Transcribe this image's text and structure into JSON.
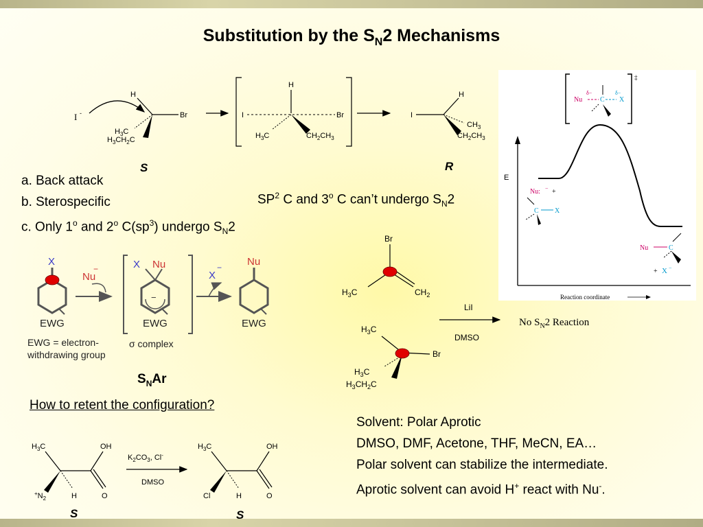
{
  "title": {
    "main": "Substitution by the S",
    "sub": "N",
    "tail": "2 Mechanisms"
  },
  "top_scheme": {
    "nucleophile": "I",
    "nucleophile_charge": "-",
    "reactant": {
      "h": "H",
      "br": "Br",
      "me": "H",
      "me_sub": "3",
      "me_tail": "C",
      "et": "H",
      "et_sub1": "3",
      "et_mid": "CH",
      "et_sub2": "2",
      "et_tail": "C",
      "config": "S"
    },
    "ts": {
      "h": "H",
      "i": "I",
      "br": "Br",
      "me": "H",
      "me_sub": "3",
      "me_tail": "C",
      "et": "CH",
      "et_sub1": "2",
      "et_mid": "CH",
      "et_sub2": "3"
    },
    "product": {
      "i": "I",
      "h": "H",
      "me": "CH",
      "me_sub": "3",
      "et": "CH",
      "et_sub1": "2",
      "et_mid": "CH",
      "et_sub2": "3",
      "config": "R"
    }
  },
  "notes": {
    "a": "a. Back attack",
    "b": "b. Sterospecific",
    "c_pre": "c. Only 1",
    "c_sup1": "o",
    "c_mid1": " and 2",
    "c_sup2": "o",
    "c_mid2": " C(sp",
    "c_sup3": "3",
    "c_mid3": ") undergo S",
    "c_sub": "N",
    "c_tail": "2",
    "sp2_pre": "SP",
    "sp2_sup": "2",
    "sp2_mid": " C and 3",
    "sp2_sup2": "o",
    "sp2_mid2": " C can’t undergo S",
    "sp2_sub": "N",
    "sp2_tail": "2"
  },
  "energy_diagram": {
    "ts_label": "Nu",
    "ts_d1": "δ−",
    "ts_c": "C",
    "ts_d2": "δ−",
    "ts_x": "X",
    "ts_mark": "‡",
    "axis_y": "E",
    "reactant_nu": "Nu:",
    "reactant_nu_charge": "−",
    "reactant_plus": "+",
    "reactant_c": "C",
    "reactant_x": "X",
    "product_nu": "Nu",
    "product_c": "C",
    "product_plus": "+",
    "product_x": "X",
    "product_x_charge": "−",
    "axis_x": "Reaction coordinate",
    "colors": {
      "nu": "#cc0066",
      "c": "#0099cc",
      "x": "#0099cc"
    }
  },
  "snar": {
    "x": "X",
    "nu": "Nu",
    "nu_charge": "−",
    "ewg": "EWG",
    "x_leaving": "X",
    "x_charge": "−",
    "sigma_label": "σ complex",
    "ewg_def1": "EWG = electron-",
    "ewg_def2": "withdrawing group",
    "name_s": "S",
    "name_sub": "N",
    "name_ar": "Ar",
    "red_dot_color": "#e00000"
  },
  "no_sn2": {
    "vinyl": {
      "br": "Br",
      "me": "H",
      "me_sub": "3",
      "me_tail": "C",
      "ch2": "CH",
      "ch2_sub": "2"
    },
    "tert": {
      "me1": "H",
      "me1_sub": "3",
      "me1_tail": "C",
      "br": "Br",
      "me2": "H",
      "me2_sub": "3",
      "me2_tail": "C",
      "et": "H",
      "et_sub1": "3",
      "et_mid": "CH",
      "et_sub2": "2",
      "et_tail": "C"
    },
    "reagent": "LiI",
    "solvent": "DMSO",
    "result_pre": "No S",
    "result_sub": "N",
    "result_tail": "2 Reaction"
  },
  "retention": {
    "question": "How to retent the configuration?",
    "left": {
      "me": "H",
      "me_sub": "3",
      "me_tail": "C",
      "oh": "OH",
      "n2_charge": "+",
      "n2": "N",
      "n2_sub": "2",
      "h": "H",
      "o": "O",
      "config": "S"
    },
    "reagent_pre": "K",
    "reagent_sub1": "2",
    "reagent_mid": "CO",
    "reagent_sub2": "3",
    "reagent_tail": ", Cl",
    "reagent_charge": "-",
    "solvent": "DMSO",
    "right": {
      "me": "H",
      "me_sub": "3",
      "me_tail": "C",
      "oh": "OH",
      "cl": "Cl",
      "h": "H",
      "o": "O",
      "config": "S"
    }
  },
  "solvent": {
    "line1": "Solvent: Polar Aprotic",
    "line2": "DMSO, DMF, Acetone, THF, MeCN, EA…",
    "line3": "Polar solvent can stabilize the intermediate.",
    "line4_pre": "Aprotic solvent can avoid H",
    "line4_sup": "+",
    "line4_mid": " react with Nu",
    "line4_sup2": "-",
    "line4_tail": "."
  }
}
